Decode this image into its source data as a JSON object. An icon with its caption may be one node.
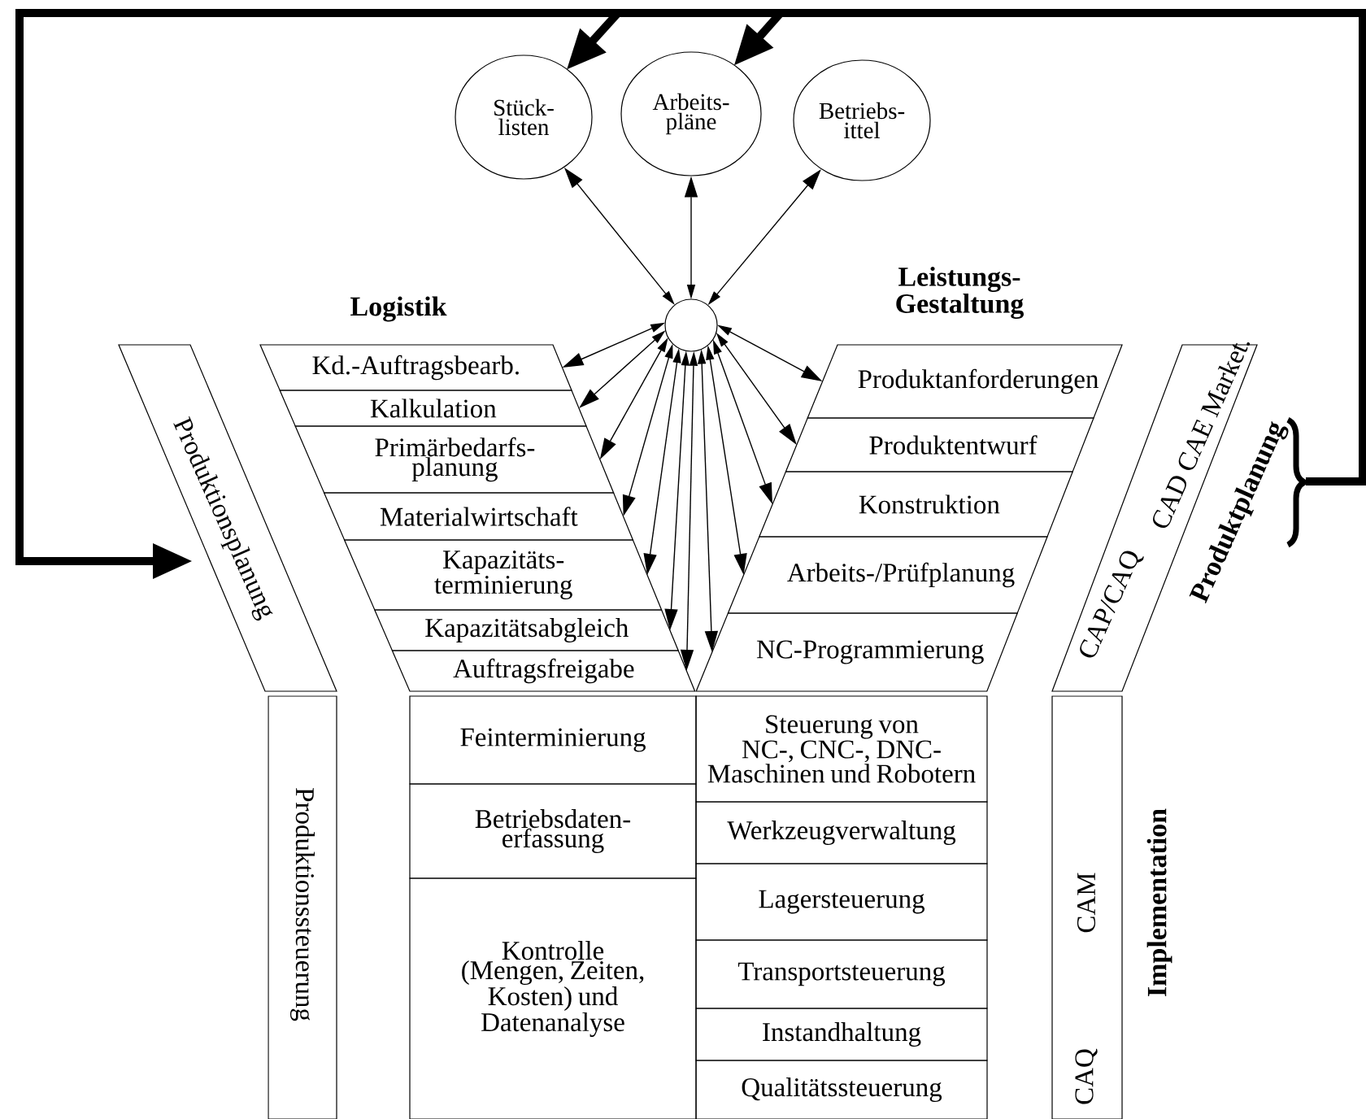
{
  "diagram": {
    "nodes": [
      {
        "text": [
          "Stück- listen"
        ]
      },
      {
        "text": [
          "Arbeits- pläne"
        ]
      },
      {
        "text": [
          "Betriebs- ittel"
        ]
      },
      {
        "text": [],
        "shape": "circle"
      },
      {
        "text": [
          "Produktionsplanung"
        ]
      },
      {
        "text": [
          "Kd.-Auftragsbearb."
        ]
      },
      {
        "text": [
          "Kalkulation"
        ]
      },
      {
        "text": [
          "Primärbedarfs- planung"
        ]
      },
      {
        "text": [
          "Materialwirtschaft"
        ]
      },
      {
        "text": [
          "Kapazitäts- terminierung"
        ]
      },
      {
        "text": [
          "Kapazitätsabgleich"
        ]
      },
      {
        "text": [
          "Auftragsfreigabe"
        ]
      },
      {
        "text": [
          "Produktanforderungen"
        ]
      },
      {
        "text": [
          "Produktentwurf"
        ]
      },
      {
        "text": [
          "Konstruktion"
        ]
      },
      {
        "text": [
          "Arbeits-/Prüfplanung"
        ]
      },
      {
        "text": [
          "NC-Programmierung"
        ]
      },
      {
        "text": [
          "CAD CAE Market.",
          "CAP/CAQ",
          "Produktplanung"
        ]
      },
      {
        "text": [
          "Produktionssteuerung"
        ]
      },
      {
        "text": [
          "Feinterminierung"
        ]
      },
      {
        "text": [
          "Betriebsdaten- erfassung"
        ]
      },
      {
        "text": [
          "Kontrolle (Mengen, Zeiten, Kosten) und Datenanalyse"
        ]
      },
      {
        "text": [
          "Steuerung von NC-, CNC-, DNC-Maschinen und Robotern"
        ]
      },
      {
        "text": [
          "Werkzeugverwaltung"
        ]
      },
      {
        "text": [
          "Lagersteuerung"
        ]
      },
      {
        "text": [
          "Transportsteuerung"
        ]
      },
      {
        "text": [
          "Instandhaltung"
        ]
      },
      {
        "text": [
          "Qualitätssteuerung"
        ]
      },
      {
        "text": [
          "CAM",
          "CAQ",
          "Implementation"
        ]
      }
    ],
    "edges": [
      {
        "from": 3,
        "to": 0,
        "arrow": "both"
      },
      {
        "from": 3,
        "to": 1,
        "arrow": "both"
      },
      {
        "from": 3,
        "to": 2,
        "arrow": "both"
      },
      {
        "from": 3,
        "to": 5,
        "arrow": "both"
      },
      {
        "from": 3,
        "to": 6,
        "arrow": "both"
      },
      {
        "from": 3,
        "to": 7,
        "arrow": "both"
      },
      {
        "from": 3,
        "to": 8,
        "arrow": "both"
      },
      {
        "from": 3,
        "to": 9,
        "arrow": "both"
      },
      {
        "from": 3,
        "to": 10,
        "arrow": "both"
      },
      {
        "from": 3,
        "to": 11,
        "arrow": "both"
      },
      {
        "from": 3,
        "to": 12,
        "arrow": "both"
      },
      {
        "from": 3,
        "to": 13,
        "arrow": "both"
      },
      {
        "from": 3,
        "to": 14,
        "arrow": "both"
      },
      {
        "from": 3,
        "to": 15,
        "arrow": "both"
      },
      {
        "from": 3,
        "to": 16,
        "arrow": "both"
      },
      {
        "from": 17,
        "to": 4,
        "arrow": "to",
        "style": "thick"
      },
      {
        "from": 17,
        "to": 0,
        "arrow": "to",
        "style": "thick"
      },
      {
        "from": 17,
        "to": 1,
        "arrow": "to",
        "style": "thick"
      }
    ],
    "labels": [
      "Logistik",
      "Leistungs- Gestaltung"
    ]
  }
}
